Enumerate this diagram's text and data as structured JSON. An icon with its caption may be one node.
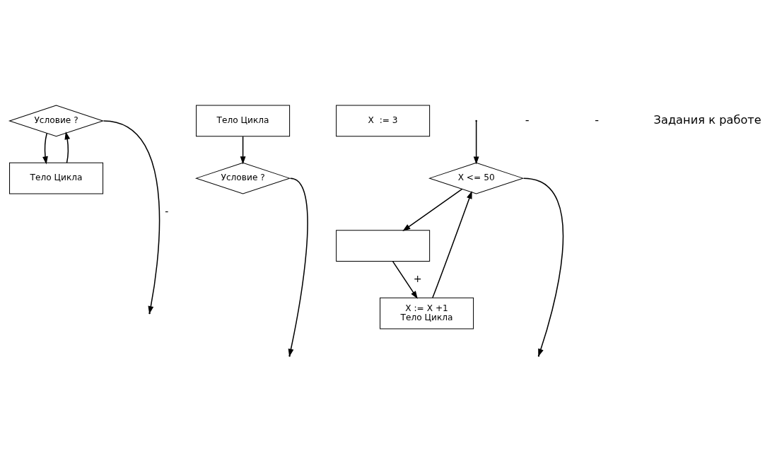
{
  "diagram": {
    "nodes": [
      {
        "text": [
          "Условие ?"
        ]
      },
      {
        "text": [
          "Тело Цикла"
        ]
      },
      {
        "text": [
          "Тело Цикла"
        ]
      },
      {
        "text": [
          "Условие ?"
        ]
      },
      {
        "text": [
          "X  := 3"
        ]
      },
      {
        "text": [
          "X <= 50"
        ]
      },
      {
        "text": [],
        "shape": "box"
      },
      {
        "text": [
          "X := X +1",
          "Тело Цикла"
        ]
      }
    ],
    "edges": [
      {
        "from": 0,
        "to": 1,
        "arrow": "to"
      },
      {
        "from": 1,
        "to": 0,
        "arrow": "to"
      },
      {
        "from": 0,
        "to": null,
        "label": "-",
        "arrow": "to"
      },
      {
        "from": 2,
        "to": 3,
        "arrow": "to"
      },
      {
        "from": 3,
        "to": null,
        "arrow": "to"
      },
      {
        "from": 5,
        "to": null,
        "arrow": "to"
      },
      {
        "from": null,
        "to": 5,
        "arrow": "to"
      },
      {
        "from": 5,
        "to": 6,
        "arrow": "to"
      },
      {
        "from": 6,
        "to": 7,
        "label": "+",
        "arrow": "to"
      },
      {
        "from": 7,
        "to": 5,
        "arrow": "to"
      }
    ],
    "labels": [
      "-",
      "-",
      "Задания к работе"
    ]
  }
}
